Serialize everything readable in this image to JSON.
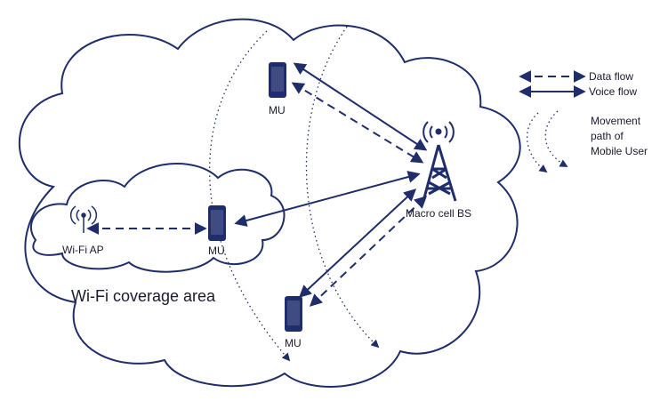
{
  "colors": {
    "primary": "#1f2d6b",
    "text": "#1a1a2e"
  },
  "labels": {
    "mu_top": "MU",
    "mu_middle": "MU",
    "mu_bottom": "MU",
    "wifi_ap": "Wi-Fi AP",
    "macro_bs": "Macro cell BS",
    "coverage": "Wi-Fi coverage area"
  },
  "legend": {
    "data_flow": "Data flow",
    "voice_flow": "Voice flow",
    "movement_line1": "Movement",
    "movement_line2": "path of",
    "movement_line3": "Mobile User"
  }
}
